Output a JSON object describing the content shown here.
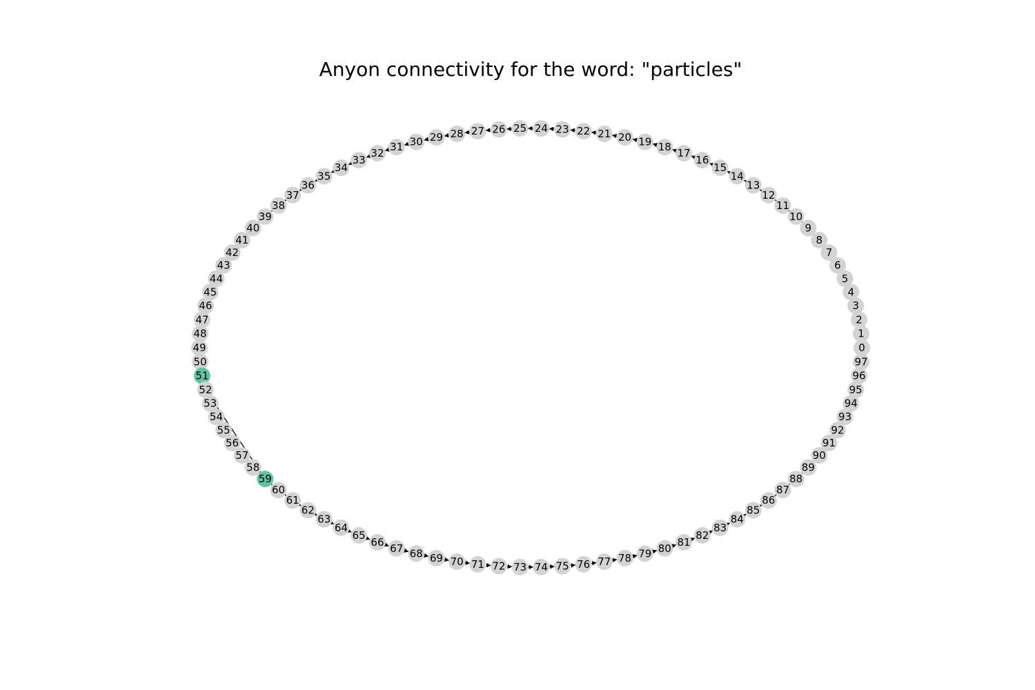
{
  "title": "Anyon connectivity for the word: \"particles\"",
  "node_count": 98,
  "highlighted_nodes": [
    51,
    59
  ],
  "node_color": "#d3d3d3",
  "highlight_color": "#66c2a5",
  "edge_color": "#000000",
  "labels": [
    "0",
    "1",
    "2",
    "3",
    "4",
    "5",
    "6",
    "7",
    "8",
    "9",
    "10",
    "11",
    "12",
    "13",
    "14",
    "15",
    "16",
    "17",
    "18",
    "19",
    "20",
    "21",
    "22",
    "23",
    "24",
    "25",
    "26",
    "27",
    "28",
    "29",
    "30",
    "31",
    "32",
    "33",
    "34",
    "35",
    "36",
    "37",
    "38",
    "39",
    "40",
    "41",
    "42",
    "43",
    "44",
    "45",
    "46",
    "47",
    "48",
    "49",
    "50",
    "51",
    "52",
    "53",
    "54",
    "55",
    "56",
    "57",
    "58",
    "59",
    "60",
    "61",
    "62",
    "63",
    "64",
    "65",
    "66",
    "67",
    "68",
    "69",
    "70",
    "71",
    "72",
    "73",
    "74",
    "75",
    "76",
    "77",
    "78",
    "79",
    "80",
    "81",
    "82",
    "83",
    "84",
    "85",
    "86",
    "87",
    "88",
    "89",
    "90",
    "91",
    "92",
    "93",
    "94",
    "95",
    "96",
    "97"
  ],
  "ring_edges_directed": true,
  "extra_edges": [
    [
      52,
      59
    ]
  ]
}
